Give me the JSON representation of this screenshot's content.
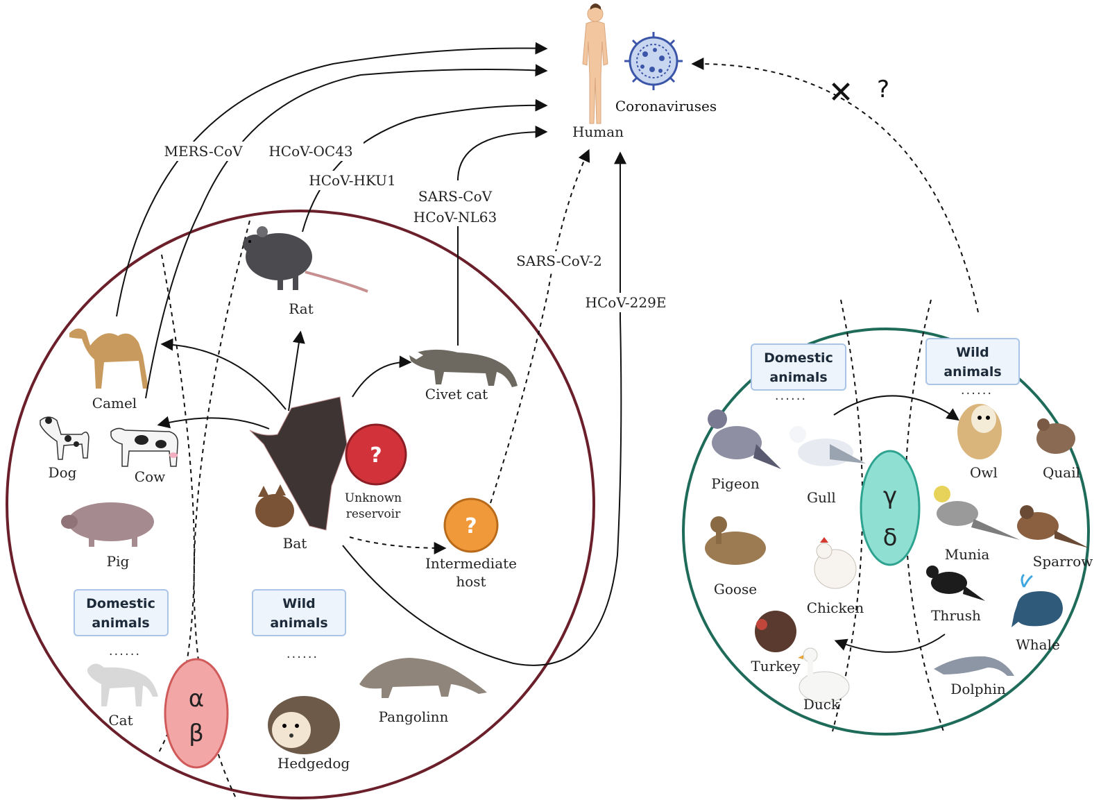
{
  "human": {
    "label": "Human",
    "virus_label": "Coronaviruses"
  },
  "routes": {
    "mers": "MERS-CoV",
    "oc43": "HCoV-OC43",
    "hku1": "HCoV-HKU1",
    "sars": "SARS-CoV",
    "nl63": "HCoV-NL63",
    "sars2": "SARS-CoV-2",
    "e229": "HCoV-229E"
  },
  "left_circle": {
    "greek_top": "α",
    "greek_bottom": "β",
    "domestic_box": [
      "Domestic",
      "animals"
    ],
    "wild_box": [
      "Wild",
      "animals"
    ],
    "more": "......",
    "animals": {
      "camel": "Camel",
      "dog": "Dog",
      "cow": "Cow",
      "pig": "Pig",
      "cat": "Cat",
      "rat": "Rat",
      "civet": "Civet cat",
      "bat": "Bat",
      "hedgehog": "Hedgedog",
      "pangolin": "Pangolinn"
    },
    "unknown_reservoir": [
      "Unknown",
      "reservoir"
    ],
    "intermediate_host": [
      "Intermediate",
      "host"
    ],
    "question": "?"
  },
  "right_circle": {
    "greek_top": "γ",
    "greek_bottom": "δ",
    "domestic_box": [
      "Domestic",
      "animals"
    ],
    "wild_box": [
      "Wild",
      "animals"
    ],
    "more": "......",
    "animals": {
      "pigeon": "Pigeon",
      "gull": "Gull",
      "goose": "Goose",
      "chicken": "Chicken",
      "turkey": "Turkey",
      "duck": "Duck",
      "owl": "Owl",
      "quail": "Quail",
      "munia": "Munia",
      "sparrow": "Sparrow",
      "thrush": "Thrush",
      "whale": "Whale",
      "dolphin": "Dolphin"
    }
  },
  "unknown_link": {
    "cross": "✕",
    "question": "?"
  },
  "colors": {
    "left_circle": "#6b1f2a",
    "right_circle": "#1f6b5a",
    "alpha_beta_fill": "#f3a6a6",
    "gamma_delta_fill": "#8fe0d2",
    "unknown_reservoir": "#d2333b",
    "intermediate_host": "#f0993a",
    "box_border": "#a9c4e6",
    "box_fill": "#eef4fb"
  }
}
